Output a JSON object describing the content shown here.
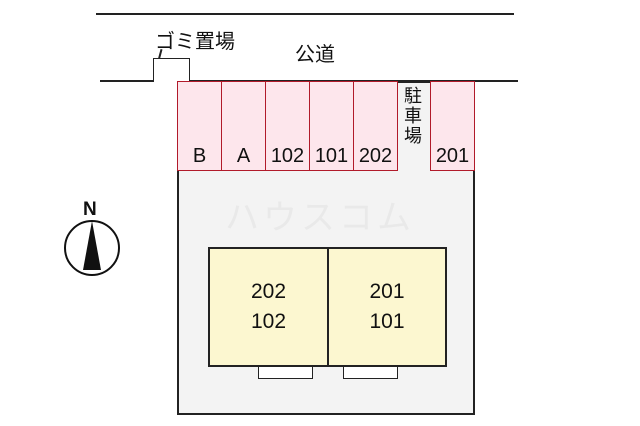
{
  "road": {
    "label": "公道"
  },
  "garbage": {
    "label": "ゴミ置場"
  },
  "parking": {
    "label": "駐車場",
    "label_chars": [
      "駐",
      "車",
      "場"
    ],
    "spaces": [
      "B",
      "A",
      "102",
      "101",
      "202",
      "201"
    ]
  },
  "building": {
    "units": [
      {
        "upper": "202",
        "lower": "102"
      },
      {
        "upper": "201",
        "lower": "101"
      }
    ]
  },
  "compass": {
    "label": "N"
  },
  "watermark": "ハウスコム",
  "colors": {
    "parking_fill": "#fde6ec",
    "parking_border": "#b11a2a",
    "building_fill": "#fcf7d0",
    "lot_fill": "#f3f3f3"
  }
}
